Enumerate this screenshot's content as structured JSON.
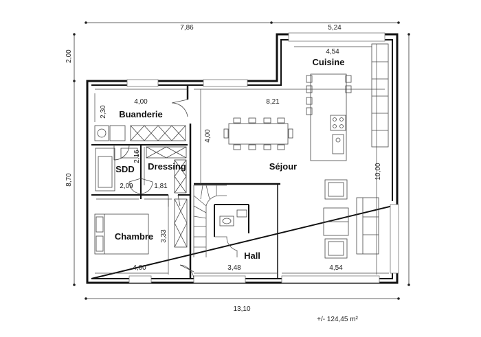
{
  "rooms": {
    "cuisine": "Cuisine",
    "buanderie": "Buanderie",
    "sdd": "SDD",
    "dressing": "Dressing",
    "sejour": "Séjour",
    "chambre": "Chambre",
    "hall": "Hall"
  },
  "dimensions": {
    "top_left": "7,86",
    "top_right": "5,24",
    "cuisine_width": "4,54",
    "left_top": "2,00",
    "left_main": "8,70",
    "right_main": "10,00",
    "buanderie_width": "4,00",
    "buanderie_height": "2,30",
    "sejour_width": "8,21",
    "sejour_depth": "4,00",
    "sdd_depth": "2,16",
    "sdd_width": "2,09",
    "dressing_width": "1,81",
    "chambre_height": "3,33",
    "chambre_width": "4,00",
    "hall_width": "3,48",
    "sejour_bottom": "4,54",
    "total_width": "13,10"
  },
  "area": "+/- 124,45 m²"
}
